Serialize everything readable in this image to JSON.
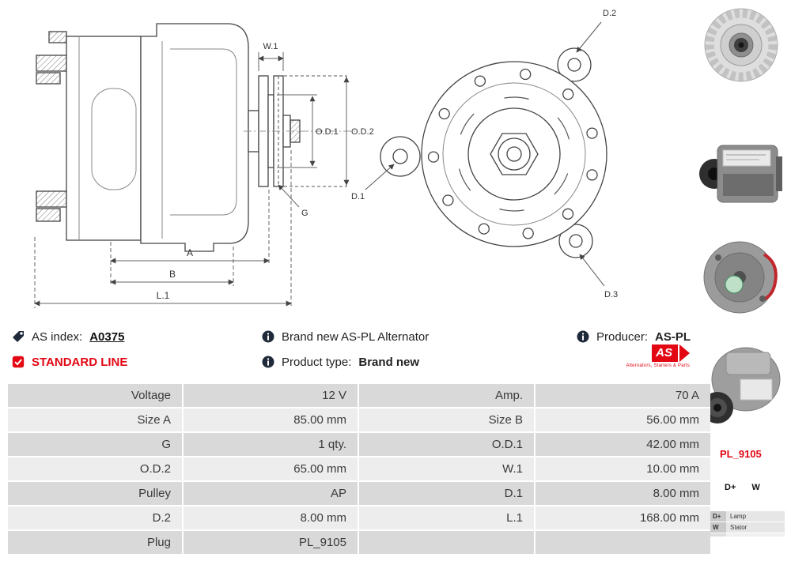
{
  "header": {
    "as_index": {
      "label": "AS index:",
      "value": "A0375"
    },
    "brand_new_text": "Brand new AS-PL Alternator",
    "producer": {
      "label": "Producer:",
      "value": "AS-PL"
    },
    "standard_line": "STANDARD LINE",
    "product_type": {
      "label": "Product type:",
      "value": "Brand new"
    },
    "logo": {
      "text": "AS",
      "tagline": "Alternators, Starters & Parts"
    }
  },
  "drawing": {
    "dimension_labels": {
      "w1": "W.1",
      "od1": "O.D.1",
      "od2": "O.D.2",
      "g": "G",
      "a": "A",
      "b": "B",
      "l1": "L.1",
      "d1": "D.1",
      "d2": "D.2",
      "d3": "D.3"
    }
  },
  "side_panel": {
    "plug_code": "PL_9105",
    "terminals": {
      "t1": "D+",
      "t2": "W"
    },
    "terminal_rows": [
      {
        "pin": "D+",
        "desc": "Lamp"
      },
      {
        "pin": "W",
        "desc": "Stator"
      }
    ]
  },
  "spec_table": {
    "rows": [
      {
        "l1": "Voltage",
        "v1": "12 V",
        "l2": "Amp.",
        "v2": "70 A"
      },
      {
        "l1": "Size A",
        "v1": "85.00 mm",
        "l2": "Size B",
        "v2": "56.00 mm"
      },
      {
        "l1": "G",
        "v1": "1 qty.",
        "l2": "O.D.1",
        "v2": "42.00 mm"
      },
      {
        "l1": "O.D.2",
        "v1": "65.00 mm",
        "l2": "W.1",
        "v2": "10.00 mm"
      },
      {
        "l1": "Pulley",
        "v1": "AP",
        "l2": "D.1",
        "v2": "8.00 mm"
      },
      {
        "l1": "D.2",
        "v1": "8.00 mm",
        "l2": "L.1",
        "v2": "168.00 mm"
      },
      {
        "l1": "Plug",
        "v1": "PL_9105",
        "l2": "",
        "v2": ""
      }
    ]
  },
  "colors": {
    "accent_red": "#e30613",
    "icon_navy": "#1e2a3a"
  }
}
